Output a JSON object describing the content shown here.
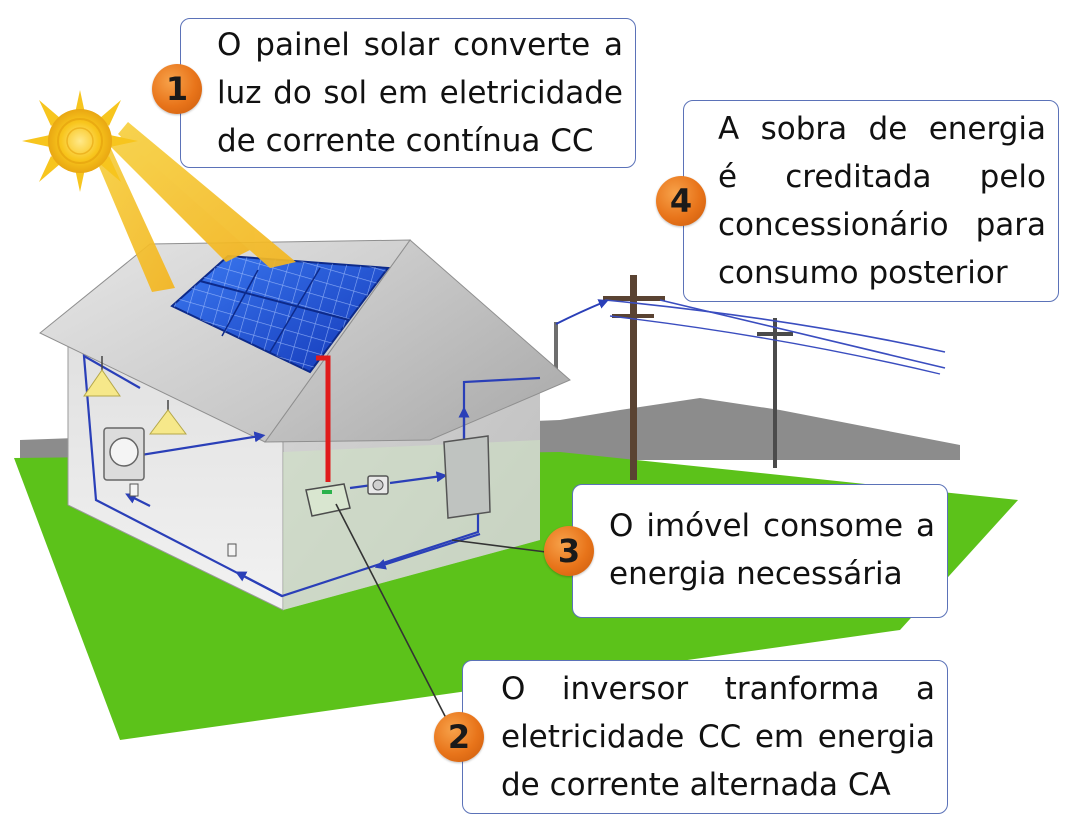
{
  "callouts": [
    {
      "id": "panel",
      "number": "1",
      "lines": [
        "O painel solar converte a",
        "luz do sol em eletricidade",
        "de corrente contínua CC"
      ]
    },
    {
      "id": "inverter",
      "number": "2",
      "lines": [
        "O inversor tranforma a",
        "eletricidade CC em energia",
        "de corrente alternada CA"
      ]
    },
    {
      "id": "consumption",
      "number": "3",
      "lines": [
        "O imóvel consome a",
        "energia  necessária"
      ]
    },
    {
      "id": "credit",
      "number": "4",
      "lines": [
        "A sobra de energia",
        "é creditada pelo",
        "concessionário para",
        "consumo posterior"
      ]
    }
  ],
  "colors": {
    "badge": "#e8741a",
    "callout_border": "#5b72b8",
    "grass": "#5cc21a",
    "wire_dc": "#e01b1b",
    "wire_ac": "#2a3fb8",
    "panel": "#1e4fd8",
    "sun": "#f5c21a",
    "roof": "#c9c9c9",
    "wall": "#e4e4e4"
  }
}
